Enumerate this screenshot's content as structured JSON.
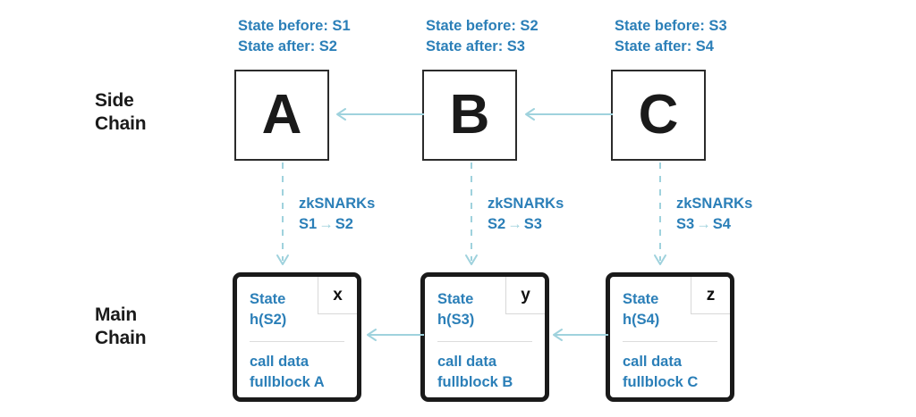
{
  "rows": {
    "side_chain_label": "Side\nChain",
    "main_chain_label": "Main\nChain"
  },
  "colors": {
    "accent_blue": "#2b7fb8",
    "arrow_teal": "#9fd2dd",
    "box_border_dark": "#1a1a1a",
    "divider_gray": "#dcdcdc",
    "background": "#ffffff"
  },
  "columns": [
    {
      "state_before_line": "State before: S1",
      "state_after_line": "State after: S2",
      "side_block_letter": "A",
      "zk_title": "zkSNARKs",
      "zk_from": "S1",
      "zk_arrow": "→",
      "zk_to": "S2",
      "main_block": {
        "state_text": "State\nh(S2)",
        "tag": "x",
        "calldata_text": "call data\nfullblock A"
      }
    },
    {
      "state_before_line": "State before: S2",
      "state_after_line": "State after: S3",
      "side_block_letter": "B",
      "zk_title": "zkSNARKs",
      "zk_from": "S2",
      "zk_arrow": "→",
      "zk_to": "S3",
      "main_block": {
        "state_text": "State\nh(S3)",
        "tag": "y",
        "calldata_text": "call data\nfullblock B"
      }
    },
    {
      "state_before_line": "State before: S3",
      "state_after_line": "State after: S4",
      "side_block_letter": "C",
      "zk_title": "zkSNARKs",
      "zk_from": "S3",
      "zk_arrow": "→",
      "zk_to": "S4",
      "main_block": {
        "state_text": "State\nh(S4)",
        "tag": "z",
        "calldata_text": "call data\nfullblock C"
      }
    }
  ],
  "connectors": {
    "side_chain_arrows": [
      {
        "from": "B",
        "to": "A",
        "direction": "left"
      },
      {
        "from": "C",
        "to": "B",
        "direction": "left"
      }
    ],
    "main_chain_arrows": [
      {
        "from": "State h(S3)",
        "to": "State h(S2)",
        "direction": "left"
      },
      {
        "from": "State h(S4)",
        "to": "State h(S3)",
        "direction": "left"
      }
    ],
    "vertical_dashed_arrows": [
      {
        "from": "A",
        "to": "State h(S2)",
        "direction": "down",
        "style": "dashed"
      },
      {
        "from": "B",
        "to": "State h(S3)",
        "direction": "down",
        "style": "dashed"
      },
      {
        "from": "C",
        "to": "State h(S4)",
        "direction": "down",
        "style": "dashed"
      }
    ]
  }
}
